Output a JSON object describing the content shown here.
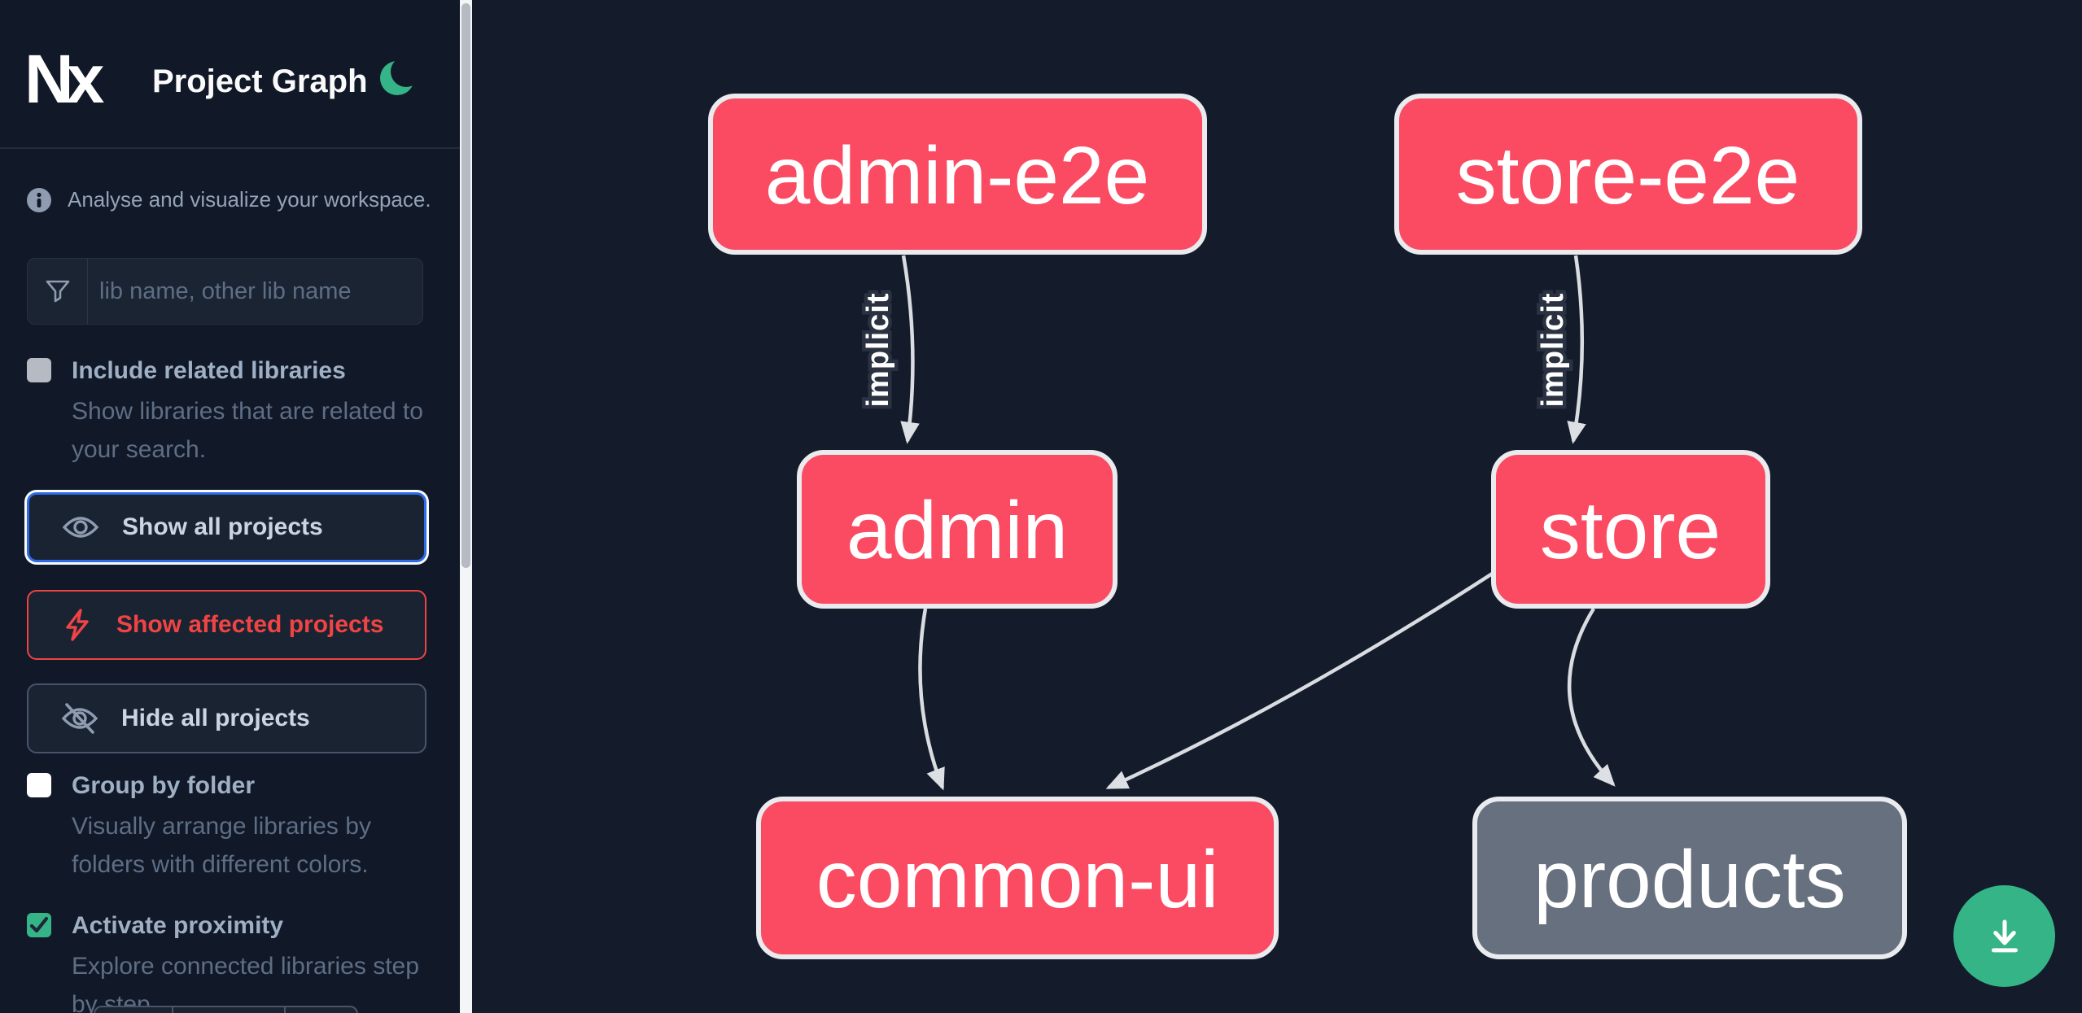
{
  "app": {
    "logo_text": "Nx",
    "title": "Project Graph",
    "theme_icon": "moon-icon"
  },
  "sidebar": {
    "tagline": "Analyse and visualize your workspace.",
    "search": {
      "placeholder": "lib name, other lib name",
      "value": ""
    },
    "options": [
      {
        "label": "Include related libraries",
        "description": "Show libraries that are related to your search.",
        "checked": false
      },
      {
        "label": "Group by folder",
        "description": "Visually arrange libraries by folders with different colors.",
        "checked": false
      },
      {
        "label": "Activate proximity",
        "description": "Explore connected libraries step by step.",
        "checked": true
      }
    ],
    "actions": [
      {
        "label": "Show all projects",
        "icon": "eye-icon",
        "state": "focused"
      },
      {
        "label": "Show affected projects",
        "icon": "bolt-icon",
        "state": "affected"
      },
      {
        "label": "Hide all projects",
        "icon": "eye-off-icon",
        "state": "default"
      }
    ]
  },
  "graph": {
    "nodes": [
      {
        "label": "admin-e2e",
        "type": "affected"
      },
      {
        "label": "store-e2e",
        "type": "affected"
      },
      {
        "label": "admin",
        "type": "affected"
      },
      {
        "label": "store",
        "type": "affected"
      },
      {
        "label": "common-ui",
        "type": "affected"
      },
      {
        "label": "products",
        "type": "normal"
      }
    ],
    "edges": [
      {
        "from": "admin-e2e",
        "to": "admin",
        "label": "implicit"
      },
      {
        "from": "store-e2e",
        "to": "store",
        "label": "implicit"
      },
      {
        "from": "admin",
        "to": "common-ui",
        "label": ""
      },
      {
        "from": "store",
        "to": "common-ui",
        "label": ""
      },
      {
        "from": "store",
        "to": "products",
        "label": ""
      }
    ]
  },
  "fab": {
    "icon": "download-icon"
  },
  "colors": {
    "affected_node": "#fb4b63",
    "normal_node": "#67707f",
    "node_border": "#e9ebee",
    "edge": "#d9dce1",
    "accent_green": "#35b587",
    "focus_blue": "#2f6be8",
    "affected_red": "#ef4444",
    "sidebar_bg": "#111827",
    "canvas_bg": "#141b2a"
  }
}
